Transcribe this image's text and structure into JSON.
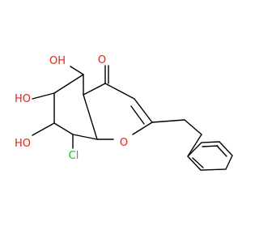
{
  "molecule": {
    "atoms": {
      "oxo": "O",
      "ring_o": "O",
      "oh_5": "OH",
      "oh_6": "HO",
      "oh_7": "HO",
      "cl_8": "Cl"
    },
    "colors": {
      "bond": "#000000",
      "oxygen": "#e8200f",
      "chlorine": "#1fb81f",
      "background": "#ffffff"
    }
  }
}
